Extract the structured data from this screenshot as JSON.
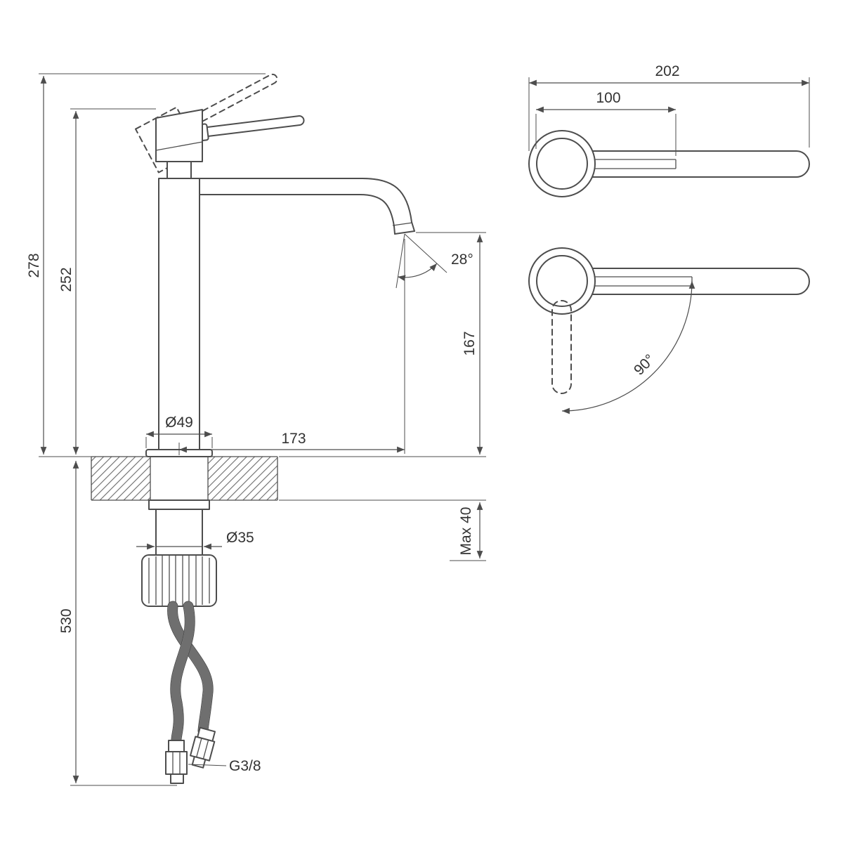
{
  "meta": {
    "drawing_type": "technical dimension drawing",
    "subject": "single-lever tall basin mixer tap with flexible supply hoses",
    "line_color": "#4d4d4d",
    "text_color": "#333333",
    "background_color": "#ffffff"
  },
  "side_view": {
    "total_height": "278",
    "spout_top_height": "252",
    "below_deck_length": "530",
    "base_diameter": "Ø49",
    "spout_reach": "173",
    "spout_angle": "28°",
    "outlet_height": "167",
    "max_deck_thickness": "Max 40",
    "shank_diameter": "Ø35",
    "connection_thread": "G3/8"
  },
  "top_view": {
    "overall_length": "202",
    "lever_length": "100",
    "handle_swing": "90°"
  }
}
